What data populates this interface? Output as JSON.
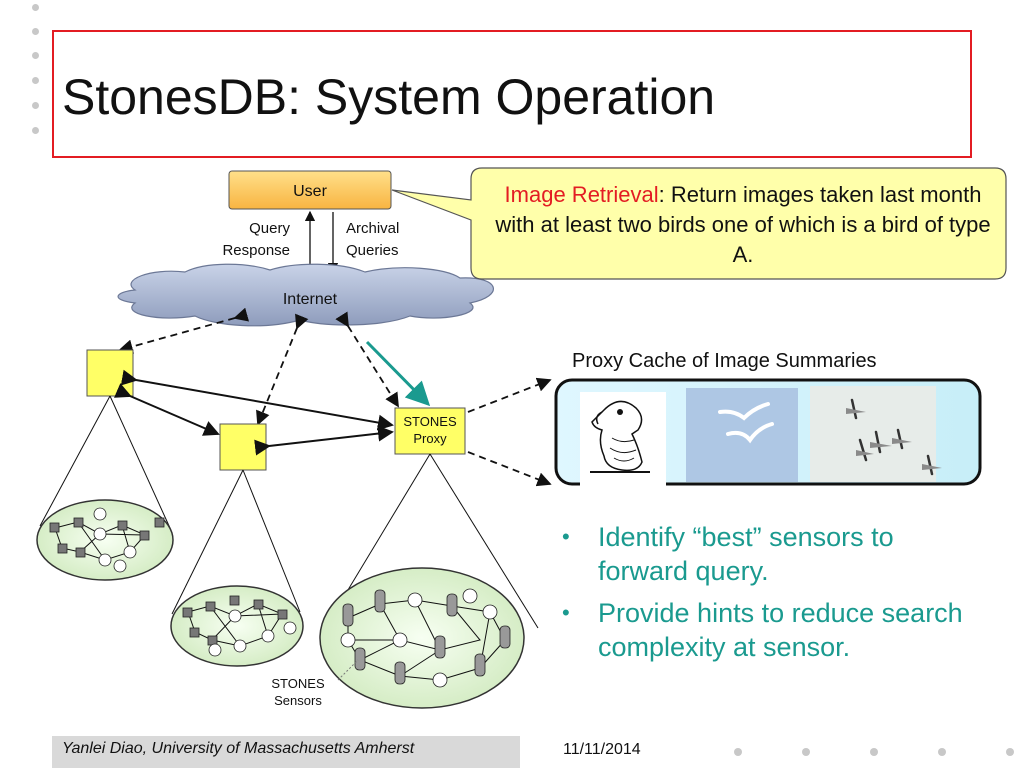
{
  "slide": {
    "title": "StonesDB: System Operation"
  },
  "diagram": {
    "user_label": "User",
    "query_label_1": "Query",
    "query_label_2": "Response",
    "archival_label_1": "Archival",
    "archival_label_2": "Queries",
    "internet_label": "Internet",
    "proxy_label_1": "STONES",
    "proxy_label_2": "Proxy",
    "sensors_label_1": "STONES",
    "sensors_label_2": "Sensors"
  },
  "callout": {
    "highlight": "Image Retrieval",
    "text": ": Return images taken last month with at least two birds one of which is a bird of type A."
  },
  "proxy_cache": {
    "caption": "Proxy Cache of Image Summaries"
  },
  "bullets": [
    "Identify “best” sensors to forward query.",
    "Provide hints to reduce search complexity at sensor."
  ],
  "footer": {
    "author": "Yanlei Diao, University of Massachusetts Amherst",
    "date": "11/11/2014"
  },
  "colors": {
    "title_border": "#e31c23",
    "accent_teal": "#1a9a8f",
    "callout_fill": "#ffffaa",
    "node_fill": "#ffff66",
    "user_fill": "#ffcc66"
  },
  "bullet_glyph": "•"
}
